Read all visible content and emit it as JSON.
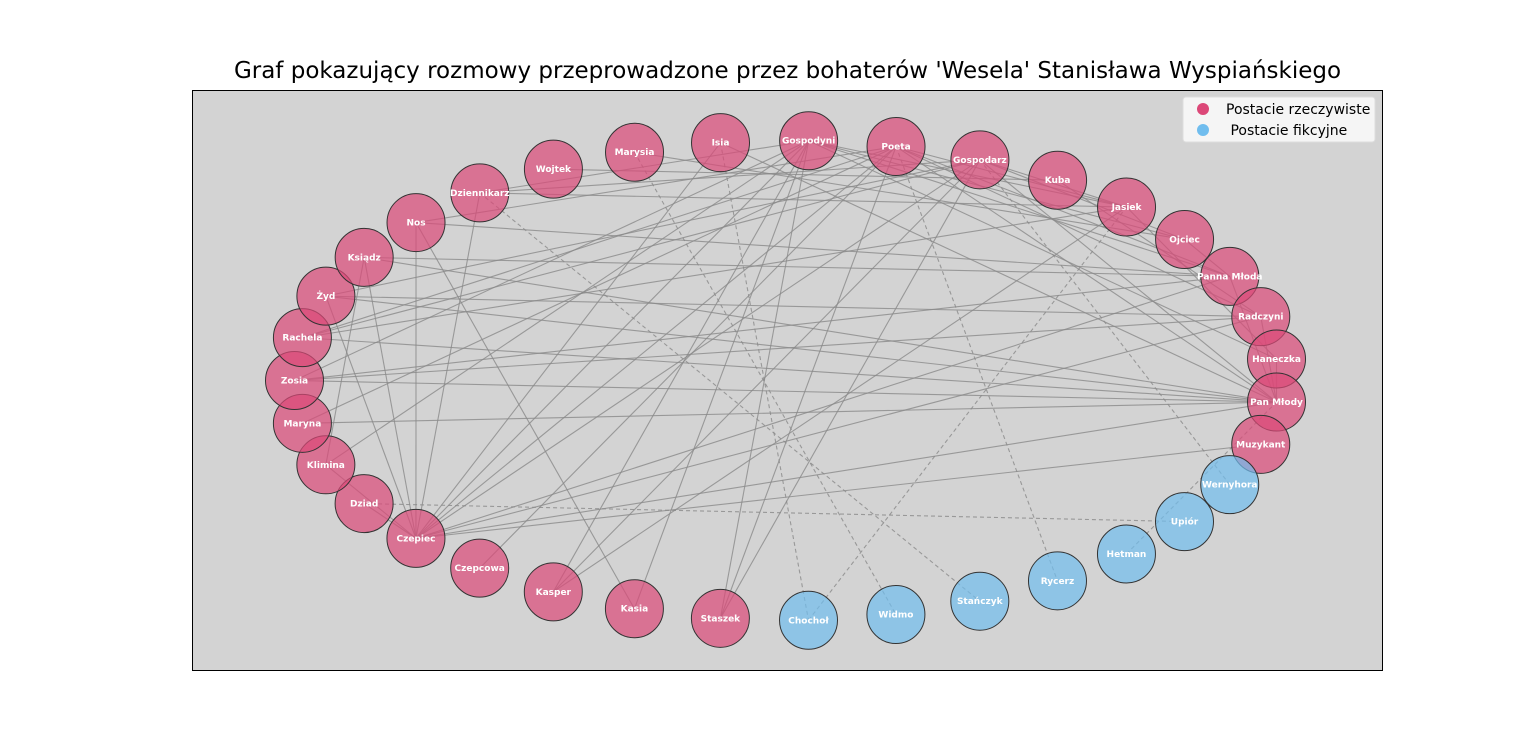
{
  "title": "Graf pokazujący rozmowy przeprowadzone przez bohaterów 'Wesela' Stanisława Wyspiańskiego",
  "colors": {
    "real": "#dc4878",
    "fictional": "#70bdee",
    "background": "#d3d3d3",
    "edge": "#8a8a8a"
  },
  "legend": [
    {
      "label": "Postacie rzeczywiste",
      "group": "real"
    },
    {
      "label": " Postacie fikcyjne",
      "group": "fictional"
    }
  ],
  "nodes": [
    {
      "id": "Gospodyni",
      "group": "real"
    },
    {
      "id": "Poeta",
      "group": "real"
    },
    {
      "id": "Gospodarz",
      "group": "real"
    },
    {
      "id": "Kuba",
      "group": "real"
    },
    {
      "id": "Jasiek",
      "group": "real"
    },
    {
      "id": "Ojciec",
      "group": "real"
    },
    {
      "id": "Panna Młoda",
      "group": "real"
    },
    {
      "id": "Radczyni",
      "group": "real"
    },
    {
      "id": "Haneczka",
      "group": "real"
    },
    {
      "id": "Pan Młody",
      "group": "real"
    },
    {
      "id": "Muzykant",
      "group": "real"
    },
    {
      "id": "Wernyhora",
      "group": "fictional"
    },
    {
      "id": "Upiór",
      "group": "fictional"
    },
    {
      "id": "Hetman",
      "group": "fictional"
    },
    {
      "id": "Rycerz",
      "group": "fictional"
    },
    {
      "id": "Stańczyk",
      "group": "fictional"
    },
    {
      "id": "Widmo",
      "group": "fictional"
    },
    {
      "id": "Chochoł",
      "group": "fictional"
    },
    {
      "id": "Staszek",
      "group": "real"
    },
    {
      "id": "Kasia",
      "group": "real"
    },
    {
      "id": "Kasper",
      "group": "real"
    },
    {
      "id": "Czepcowa",
      "group": "real"
    },
    {
      "id": "Czepiec",
      "group": "real"
    },
    {
      "id": "Dziad",
      "group": "real"
    },
    {
      "id": "Klimina",
      "group": "real"
    },
    {
      "id": "Maryna",
      "group": "real"
    },
    {
      "id": "Zosia",
      "group": "real"
    },
    {
      "id": "Rachela",
      "group": "real"
    },
    {
      "id": "Żyd",
      "group": "real"
    },
    {
      "id": "Ksiądz",
      "group": "real"
    },
    {
      "id": "Nos",
      "group": "real"
    },
    {
      "id": "Dziennikarz",
      "group": "real"
    },
    {
      "id": "Wojtek",
      "group": "real"
    },
    {
      "id": "Marysia",
      "group": "real"
    },
    {
      "id": "Isia",
      "group": "real"
    }
  ],
  "edges": [
    [
      "Gospodyni",
      "Staszek",
      0
    ],
    [
      "Gospodyni",
      "Czepiec",
      0
    ],
    [
      "Gospodyni",
      "Jasiek",
      0
    ],
    [
      "Gospodyni",
      "Ojciec",
      0
    ],
    [
      "Gospodyni",
      "Panna Młoda",
      0
    ],
    [
      "Gospodyni",
      "Haneczka",
      0
    ],
    [
      "Gospodyni",
      "Klimina",
      0
    ],
    [
      "Gospodyni",
      "Zosia",
      0
    ],
    [
      "Gospodyni",
      "Dziennikarz",
      0
    ],
    [
      "Gospodyni",
      "Kasper",
      0
    ],
    [
      "Poeta",
      "Czepiec",
      0
    ],
    [
      "Poeta",
      "Panna Młoda",
      0
    ],
    [
      "Poeta",
      "Pan Młody",
      0
    ],
    [
      "Poeta",
      "Radczyni",
      0
    ],
    [
      "Poeta",
      "Jasiek",
      0
    ],
    [
      "Poeta",
      "Staszek",
      0
    ],
    [
      "Poeta",
      "Nos",
      0
    ],
    [
      "Poeta",
      "Rycerz",
      1
    ],
    [
      "Poeta",
      "Maryna",
      0
    ],
    [
      "Gospodarz",
      "Czepiec",
      0
    ],
    [
      "Gospodarz",
      "Pan Młody",
      0
    ],
    [
      "Gospodarz",
      "Jasiek",
      0
    ],
    [
      "Gospodarz",
      "Ojciec",
      0
    ],
    [
      "Gospodarz",
      "Kasper",
      0
    ],
    [
      "Gospodarz",
      "Wernyhora",
      1
    ],
    [
      "Gospodarz",
      "Żyd",
      0
    ],
    [
      "Gospodarz",
      "Dziennikarz",
      0
    ],
    [
      "Gospodarz",
      "Rachela",
      0
    ],
    [
      "Isia",
      "Chochoł",
      1
    ],
    [
      "Isia",
      "Czepiec",
      0
    ],
    [
      "Isia",
      "Pan Młody",
      0
    ],
    [
      "Marysia",
      "Widmo",
      1
    ],
    [
      "Marysia",
      "Ojciec",
      0
    ],
    [
      "Wojtek",
      "Kuba",
      0
    ],
    [
      "Dziennikarz",
      "Stańczyk",
      1
    ],
    [
      "Dziennikarz",
      "Czepiec",
      0
    ],
    [
      "Dziennikarz",
      "Jasiek",
      0
    ],
    [
      "Nos",
      "Kasia",
      0
    ],
    [
      "Nos",
      "Panna Młoda",
      0
    ],
    [
      "Nos",
      "Czepiec",
      0
    ],
    [
      "Ksiądz",
      "Panna Młoda",
      0
    ],
    [
      "Ksiądz",
      "Pan Młody",
      0
    ],
    [
      "Ksiądz",
      "Czepiec",
      0
    ],
    [
      "Żyd",
      "Pan Młody",
      0
    ],
    [
      "Żyd",
      "Radczyni",
      0
    ],
    [
      "Żyd",
      "Czepiec",
      0
    ],
    [
      "Rachela",
      "Pan Młody",
      0
    ],
    [
      "Rachela",
      "Jasiek",
      0
    ],
    [
      "Rachela",
      "Poeta",
      0
    ],
    [
      "Zosia",
      "Pan Młody",
      0
    ],
    [
      "Zosia",
      "Radczyni",
      0
    ],
    [
      "Zosia",
      "Panna Młoda",
      0
    ],
    [
      "Maryna",
      "Pan Młody",
      0
    ],
    [
      "Klimina",
      "Czepiec",
      0
    ],
    [
      "Klimina",
      "Ksiądz",
      0
    ],
    [
      "Dziad",
      "Upiór",
      1
    ],
    [
      "Dziad",
      "Czepiec",
      0
    ],
    [
      "Czepiec",
      "Pan Młody",
      0
    ],
    [
      "Czepiec",
      "Radczyni",
      0
    ],
    [
      "Czepiec",
      "Muzykant",
      0
    ],
    [
      "Czepiec",
      "Panna Młoda",
      0
    ],
    [
      "Czepcowa",
      "Poeta",
      0
    ],
    [
      "Kasia",
      "Gospodyni",
      0
    ],
    [
      "Staszek",
      "Gospodarz",
      0
    ],
    [
      "Kasper",
      "Jasiek",
      0
    ],
    [
      "Chochoł",
      "Jasiek",
      1
    ],
    [
      "Hetman",
      "Pan Młody",
      1
    ],
    [
      "Kuba",
      "Radczyni",
      0
    ],
    [
      "Jasiek",
      "Haneczka",
      0
    ],
    [
      "Ojciec",
      "Panna Młoda",
      0
    ],
    [
      "Panna Młoda",
      "Pan Młody",
      0
    ],
    [
      "Haneczka",
      "Pan Młody",
      0
    ],
    [
      "Radczyni",
      "Pan Młody",
      0
    ]
  ]
}
